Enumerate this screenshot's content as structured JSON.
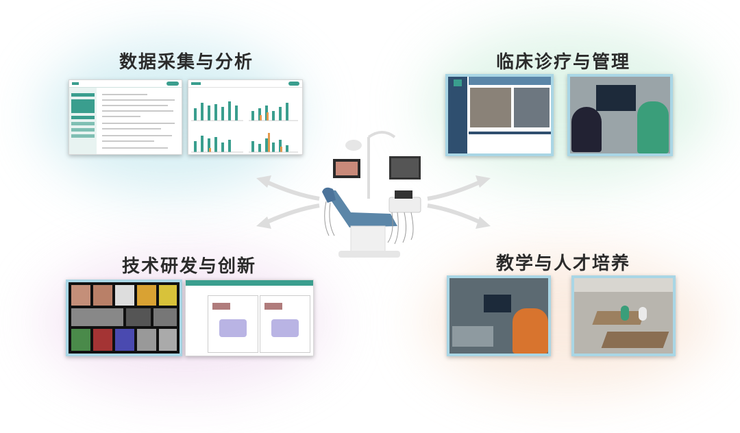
{
  "headings": {
    "top_left": "数据采集与分析",
    "top_right": "临床诊疗与管理",
    "bottom_left": "技术研发与创新",
    "bottom_right": "教学与人才培养"
  },
  "colors": {
    "teal": "#3a9e8e",
    "orange": "#e39a4c",
    "panel_border": "#a9d6e5",
    "chair_blue": "#5b86a8"
  },
  "icons": [
    "dental-chair-illustration",
    "arrow-icon",
    "home-icon"
  ]
}
